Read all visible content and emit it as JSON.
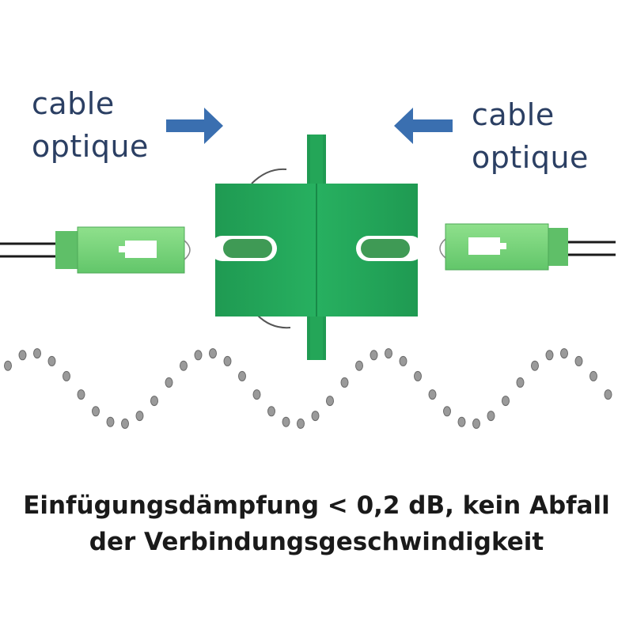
{
  "labels": {
    "left": {
      "line1": "cable",
      "line2": "optique"
    },
    "right": {
      "line1": "cable",
      "line2": "optique"
    }
  },
  "caption": {
    "line1": "Einfügungsdämpfung < 0,2 dB, kein Abfall",
    "line2": "der Verbindungsgeschwindigkeit"
  },
  "colors": {
    "label_text": "#2b3f63",
    "arrow": "#3a6fb0",
    "adapter_green": "#22a35a",
    "connector_green": "#7fd67f",
    "cable": "#1a1a1a",
    "dots": "#8a8a8a"
  }
}
